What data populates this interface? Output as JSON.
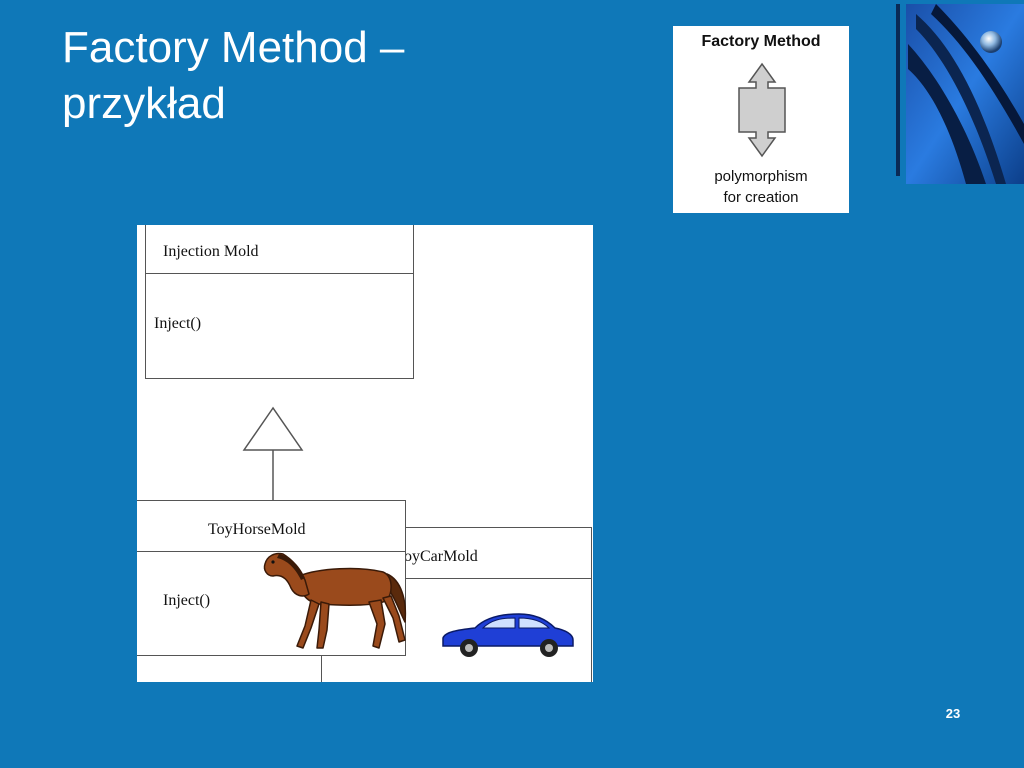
{
  "slide": {
    "title_line1": "Factory Method –",
    "title_line2": "przykład",
    "page_number": "23"
  },
  "pattern_card": {
    "name": "Factory Method",
    "caption_line1": "polymorphism",
    "caption_line2": "for creation"
  },
  "diagram": {
    "base_class": {
      "name": "Injection Mold",
      "method": "Inject()"
    },
    "subclass_horse": {
      "name": "ToyHorseMold",
      "method": "Inject()"
    },
    "subclass_car": {
      "name": "ToyCarMold",
      "visible_name": "oyCarMold"
    }
  },
  "colors": {
    "background": "#0f78b8",
    "horse": "#9a4a1c",
    "car": "#1f3fd6"
  }
}
